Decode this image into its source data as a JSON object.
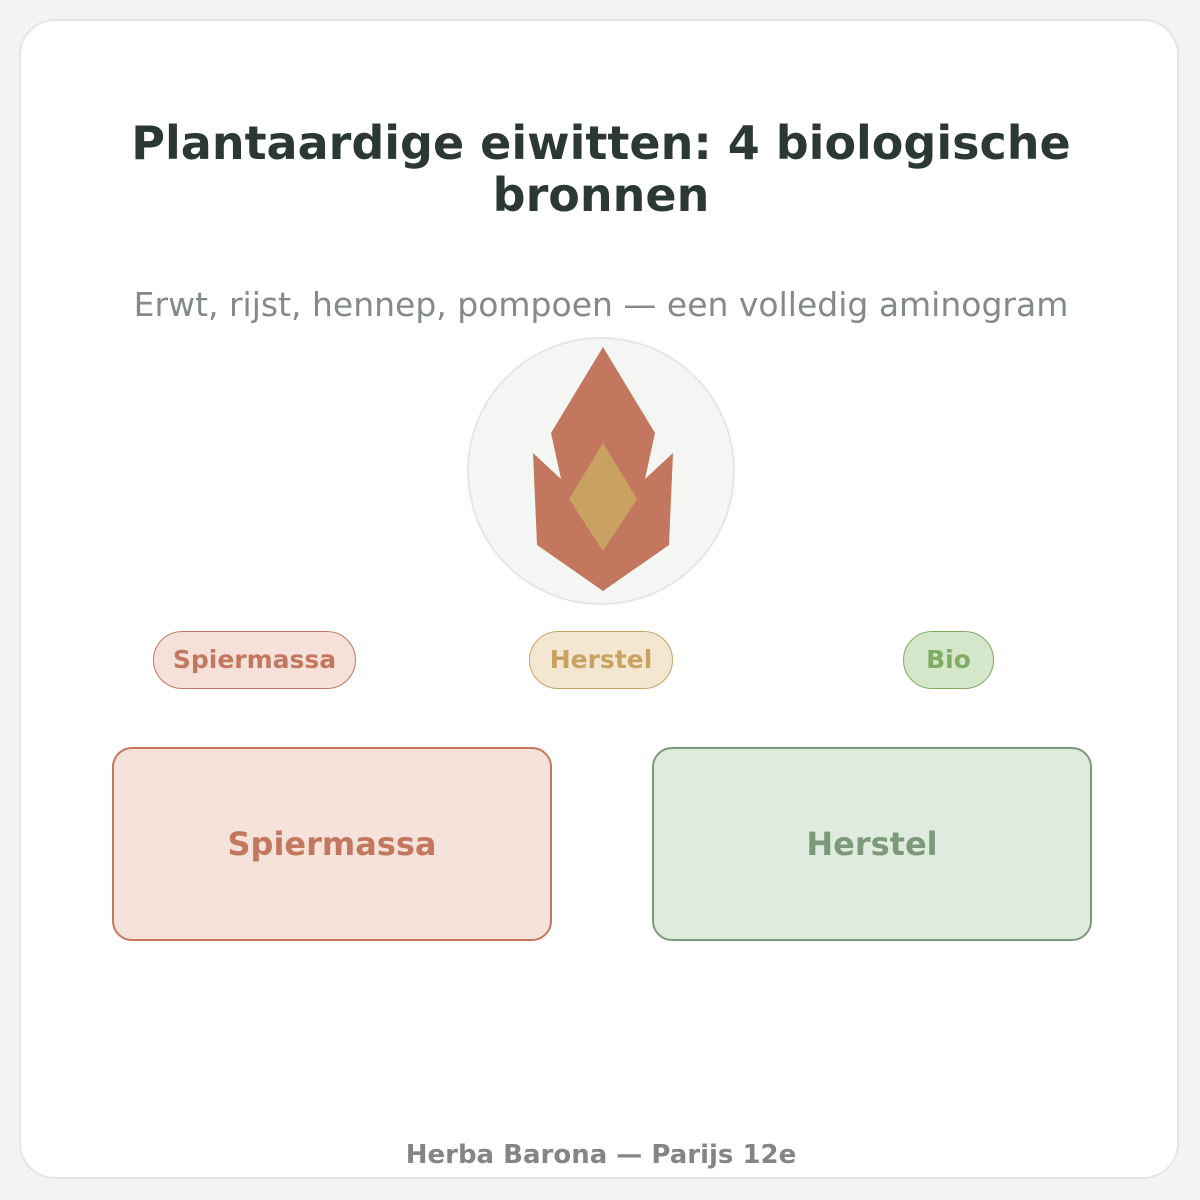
{
  "header": {
    "title": "Plantaardige eiwitten: 4 biologische bronnen",
    "subtitle": "Erwt, rijst, hennep, pompoen — een volledig aminogram"
  },
  "emblem": {
    "icon": "flame-icon",
    "colors": {
      "flame": "#c4775f",
      "core": "#c9a262",
      "circle": "#f4f6f3"
    }
  },
  "tags": [
    {
      "label": "Spiermassa",
      "color": "#c4775f"
    },
    {
      "label": "Herstel",
      "color": "#c9a262"
    },
    {
      "label": "Bio",
      "color": "#7fac63"
    }
  ],
  "boxes": [
    {
      "label": "Spiermassa",
      "color": "#c4775f"
    },
    {
      "label": "Herstel",
      "color": "#7c9a7a"
    }
  ],
  "footer": {
    "text": "Herba Barona — Parijs 12e"
  }
}
